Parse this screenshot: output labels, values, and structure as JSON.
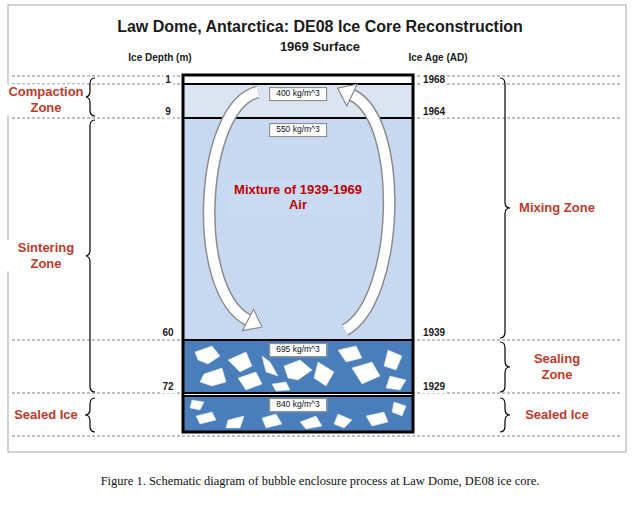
{
  "diagram": {
    "title": "Law Dome, Antarctica: DE08 Ice Core Reconstruction",
    "caption": "Figure 1. Schematic diagram of bubble enclosure process at Law Dome, DE08 ice core.",
    "nodes": [
      {
        "text": [
          "400 kg/m^3"
        ]
      },
      {
        "text": [
          "550 kg/m^3",
          "Mixture of 1939-1969 Air"
        ]
      },
      {
        "text": [
          "695 kg/m^3"
        ]
      },
      {
        "text": [
          "840 kg/m^3"
        ]
      }
    ],
    "labels": [
      "1969 Surface",
      "Ice Depth (m)",
      "Ice Age (AD)",
      "Compaction Zone",
      "1",
      "1968",
      "Mixing Zone",
      "9",
      "1964",
      "Sintering Zone",
      "60",
      "1939",
      "Sealing Zone",
      "72",
      "1929",
      "Sealed Ice",
      "Sealed Ice"
    ]
  }
}
